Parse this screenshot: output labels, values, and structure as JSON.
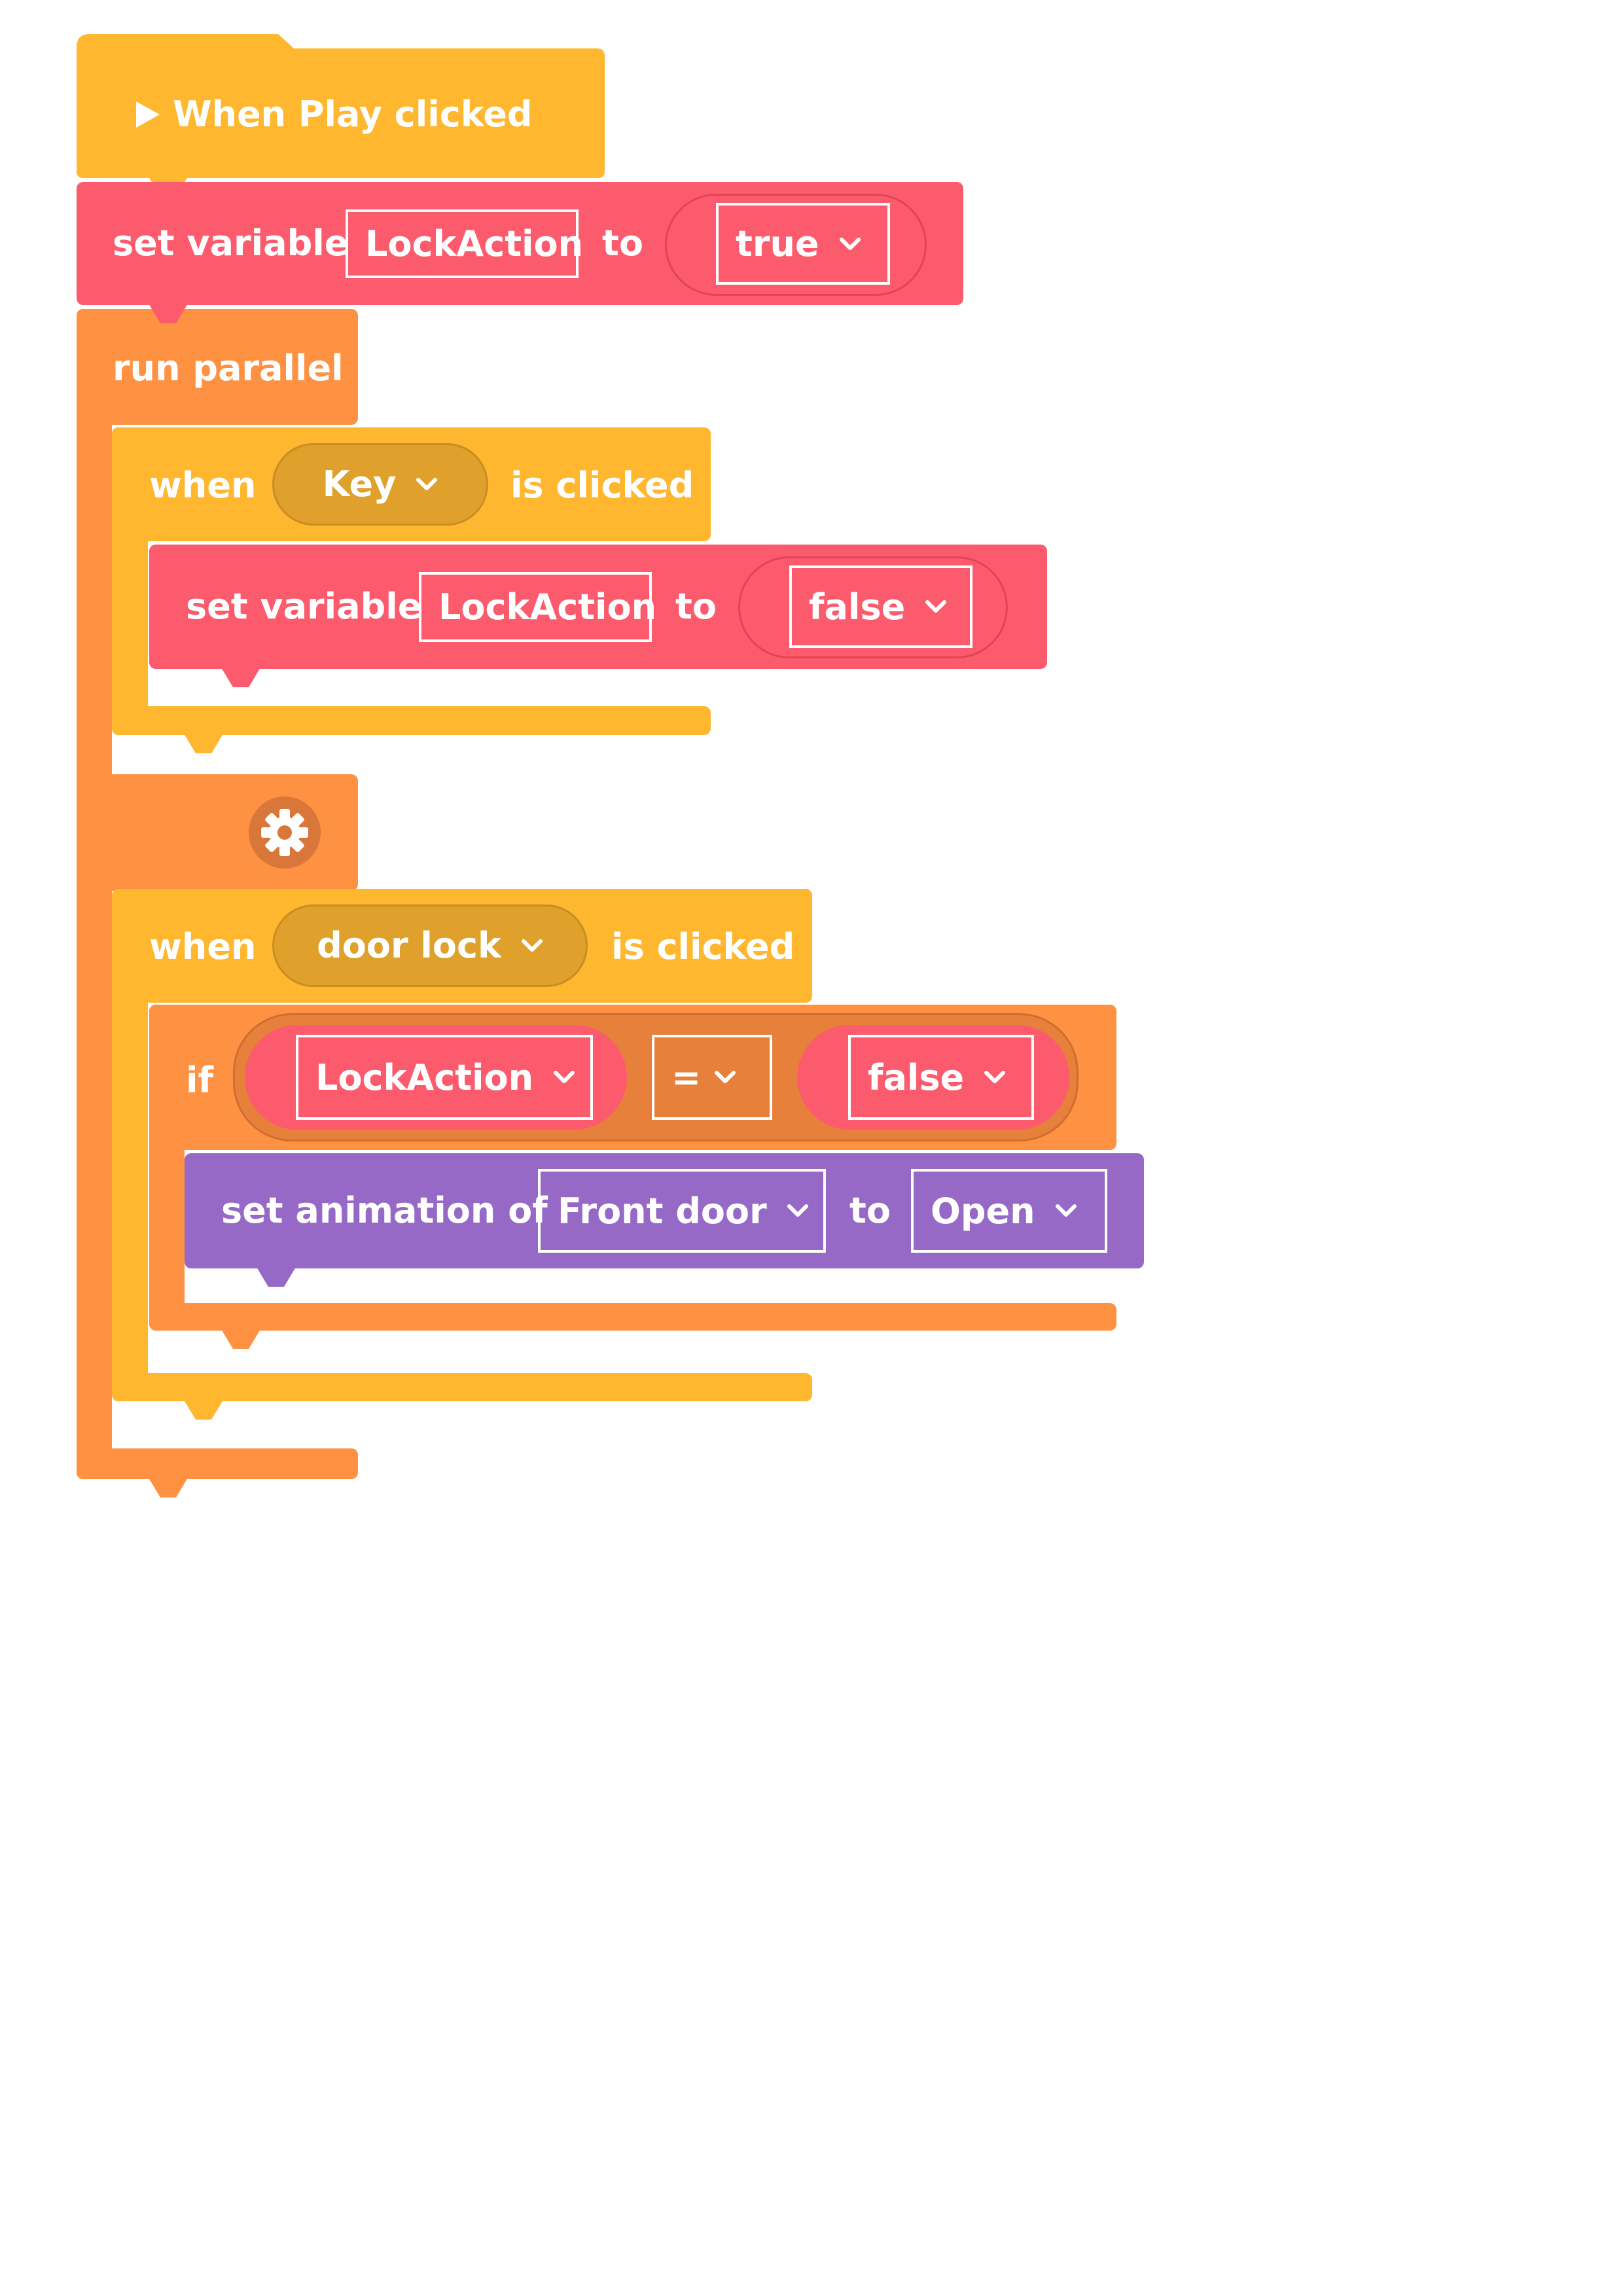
{
  "colors": {
    "event_yellow": "#FEB72F",
    "event_yellow_dark": "#DFA12C",
    "variable_red": "#FC5B6D",
    "control_orange": "#FF9142",
    "control_orange_dark": "#E6803A",
    "looks_purple": "#9769C6",
    "text": "#FFFFFF"
  },
  "icons": {
    "play": "play-triangle-icon",
    "dropdown": "chevron-down-icon",
    "settings": "gear-icon"
  },
  "blocks": {
    "start": {
      "label": "When Play clicked"
    },
    "set_var_1": {
      "prefix": "set variable",
      "variable": "LockAction",
      "connector": "to",
      "value": "true"
    },
    "parallel": {
      "label": "run parallel"
    },
    "when_key": {
      "prefix": "when",
      "target": "Key",
      "suffix": "is clicked"
    },
    "set_var_2": {
      "prefix": "set variable",
      "variable": "LockAction",
      "connector": "to",
      "value": "false"
    },
    "when_door": {
      "prefix": "when",
      "target": "door lock",
      "suffix": "is clicked"
    },
    "if_block": {
      "keyword": "if",
      "left": "LockAction",
      "operator": "=",
      "right": "false"
    },
    "set_anim": {
      "prefix": "set animation of",
      "object": "Front door",
      "connector": "to",
      "animation": "Open"
    }
  }
}
